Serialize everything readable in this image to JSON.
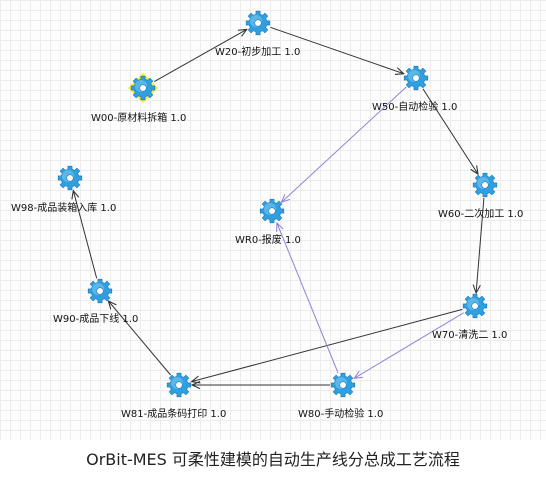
{
  "diagram": {
    "nodes": {
      "w00": {
        "label": "W00-原材料拆箱 1.0",
        "icon": "gear-icon",
        "selected": true
      },
      "w20": {
        "label": "W20-初步加工 1.0",
        "icon": "gear-icon"
      },
      "w50": {
        "label": "W50-自动检验 1.0",
        "icon": "gear-icon"
      },
      "w60": {
        "label": "W60-二次加工 1.0",
        "icon": "gear-icon"
      },
      "w70": {
        "label": "W70-清洗二 1.0",
        "icon": "gear-icon"
      },
      "w80": {
        "label": "W80-手动检验 1.0",
        "icon": "gear-icon"
      },
      "w81": {
        "label": "W81-成品条码打印 1.0",
        "icon": "gear-icon"
      },
      "w90": {
        "label": "W90-成品下线 1.0",
        "icon": "gear-icon"
      },
      "w98": {
        "label": "W98-成品装箱入库 1.0",
        "icon": "gear-icon"
      },
      "wr0": {
        "label": "WR0-报废 1.0",
        "icon": "gear-icon"
      }
    },
    "edges": [
      {
        "from": "w00",
        "to": "w20",
        "kind": "normal"
      },
      {
        "from": "w20",
        "to": "w50",
        "kind": "normal"
      },
      {
        "from": "w50",
        "to": "w60",
        "kind": "normal"
      },
      {
        "from": "w60",
        "to": "w70",
        "kind": "normal"
      },
      {
        "from": "w70",
        "to": "w81",
        "kind": "normal"
      },
      {
        "from": "w80",
        "to": "w81",
        "kind": "normal"
      },
      {
        "from": "w81",
        "to": "w90",
        "kind": "normal"
      },
      {
        "from": "w90",
        "to": "w98",
        "kind": "normal"
      },
      {
        "from": "w50",
        "to": "wr0",
        "kind": "reject"
      },
      {
        "from": "w70",
        "to": "w80",
        "kind": "reject"
      },
      {
        "from": "w80",
        "to": "wr0",
        "kind": "reject"
      }
    ],
    "colors": {
      "normal_edge": "#333333",
      "reject_edge": "#8f86d6",
      "gear_fill": "#2f9fe0",
      "selection": "#f2ec2a"
    }
  },
  "caption": "OrBit-MES 可柔性建模的自动生产线分总成工艺流程"
}
